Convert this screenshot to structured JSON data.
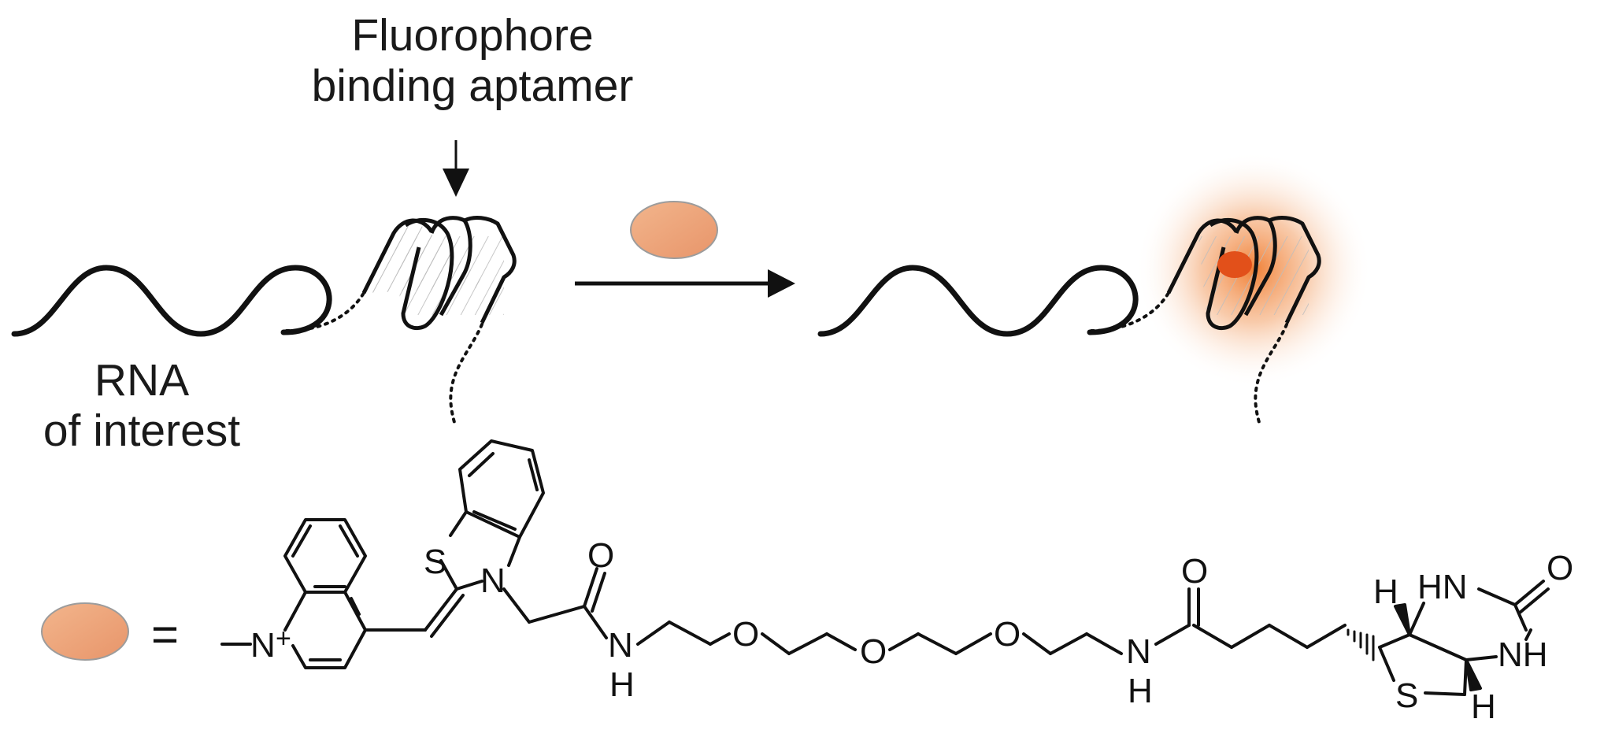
{
  "labels": {
    "aptamer_line1": "Fluorophore",
    "aptamer_line2": "binding aptamer",
    "rna_line1": "RNA",
    "rna_line2": "of interest",
    "equals": "="
  },
  "atoms": {
    "s1": "S",
    "n_thiazole": "N",
    "o_amide1": "O",
    "n_quin": "N",
    "plus": "+",
    "nh1_n": "N",
    "nh1_h": "H",
    "o1": "O",
    "o2": "O",
    "o3": "O",
    "nh2_n": "N",
    "nh2_h": "H",
    "o_amide2": "O",
    "h_top": "H",
    "hn_top": "HN",
    "o_urea": "O",
    "nh_right": "NH",
    "s2": "S",
    "h_bottom": "H"
  },
  "colors": {
    "fluorophore_fill": "#eea677",
    "fluorophore_stroke": "#9c9c9c",
    "glow": "#f07a2c",
    "bound_dye": "#e2501a",
    "hatch": "#bdbdbd",
    "ink": "#111111"
  }
}
